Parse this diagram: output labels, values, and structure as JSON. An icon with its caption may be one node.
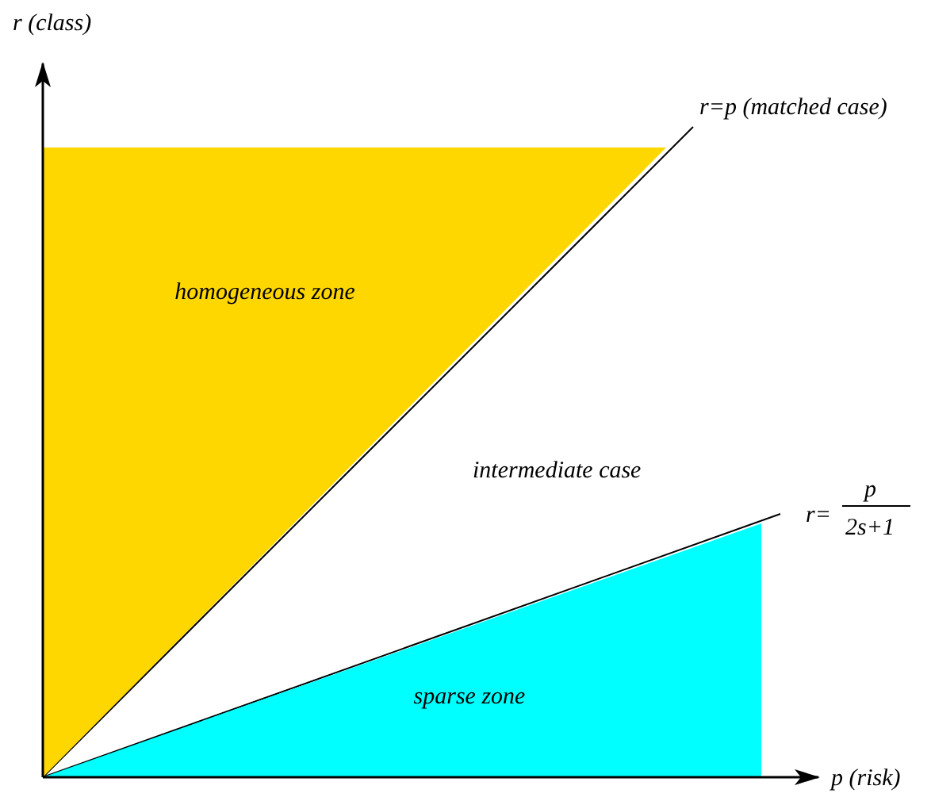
{
  "diagram": {
    "nodes": [
      {
        "text": [
          "homogeneous zone"
        ]
      },
      {
        "text": [
          "sparse zone"
        ]
      }
    ],
    "labels": [
      "r (class)",
      "r=p (matched case)",
      "intermediate case",
      "r=",
      "p",
      "2s+1",
      "p (risk)"
    ]
  }
}
